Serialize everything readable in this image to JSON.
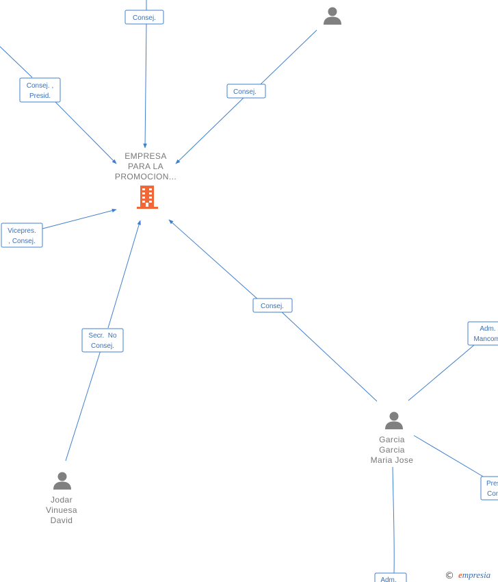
{
  "company": {
    "name_lines": [
      "EMPRESA",
      "PARA LA",
      "PROMOCION..."
    ],
    "icon": "building-icon",
    "color": "#f0673a"
  },
  "people": [
    {
      "id": "person-top-right",
      "name_lines": []
    },
    {
      "id": "person-garcia",
      "name_lines": [
        "Garcia",
        "Garcia",
        "Maria Jose"
      ]
    },
    {
      "id": "person-jodar",
      "name_lines": [
        "Jodar",
        "Vinuesa",
        "David"
      ]
    }
  ],
  "edge_labels": [
    {
      "id": "label-consej-top",
      "lines": [
        "Consej."
      ]
    },
    {
      "id": "label-consej-presid",
      "lines": [
        "Consej. ,",
        "Presid."
      ]
    },
    {
      "id": "label-consej-right",
      "lines": [
        "Consej."
      ]
    },
    {
      "id": "label-vicepres",
      "lines": [
        "Vicepres.",
        ", Consej."
      ]
    },
    {
      "id": "label-consej-garcia",
      "lines": [
        "Consej."
      ]
    },
    {
      "id": "label-secr",
      "lines": [
        "Secr.  No",
        "Consej."
      ]
    },
    {
      "id": "label-adm-mancom",
      "lines": [
        "Adm.",
        "Mancom."
      ]
    },
    {
      "id": "label-pres-con",
      "lines": [
        "Pres.",
        "Con"
      ]
    },
    {
      "id": "label-adm-bottom",
      "lines": [
        "Adm."
      ]
    }
  ],
  "watermark": {
    "copyright": "©",
    "brand_initial": "e",
    "brand_rest": "mpresia"
  },
  "colors": {
    "edge": "#3f7fce",
    "label_text": "#3a6fb5",
    "node_text": "#777777",
    "person": "#808080"
  }
}
